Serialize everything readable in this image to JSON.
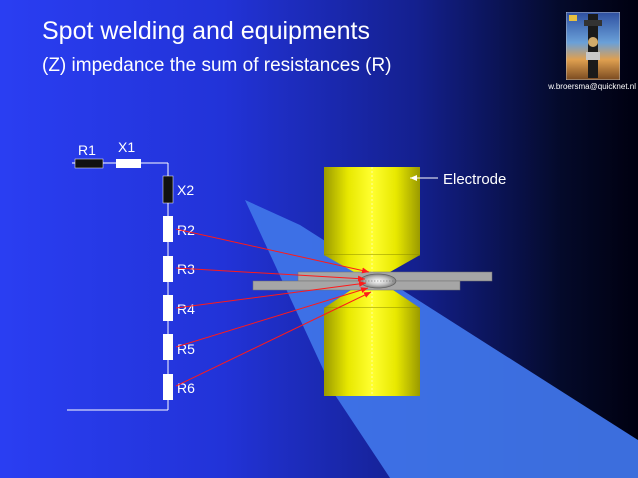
{
  "slide": {
    "title": "Spot welding and equipments",
    "subtitle": "(Z) impedance the sum of resistances (R)",
    "author_email": "w.broersma@quicknet.nl"
  },
  "circuit": {
    "top_labels": [
      "R1",
      "X1"
    ],
    "side_labels": [
      "X2",
      "R2",
      "R3",
      "R4",
      "R5",
      "R6"
    ]
  },
  "callout": {
    "electrode_label": "Electrode"
  },
  "colors": {
    "electrode_yellow": "#e6e600",
    "sheet_grey": "#a6a6a6",
    "arrow_red": "#ff1a1a",
    "light_beam": "#3f74e8"
  }
}
